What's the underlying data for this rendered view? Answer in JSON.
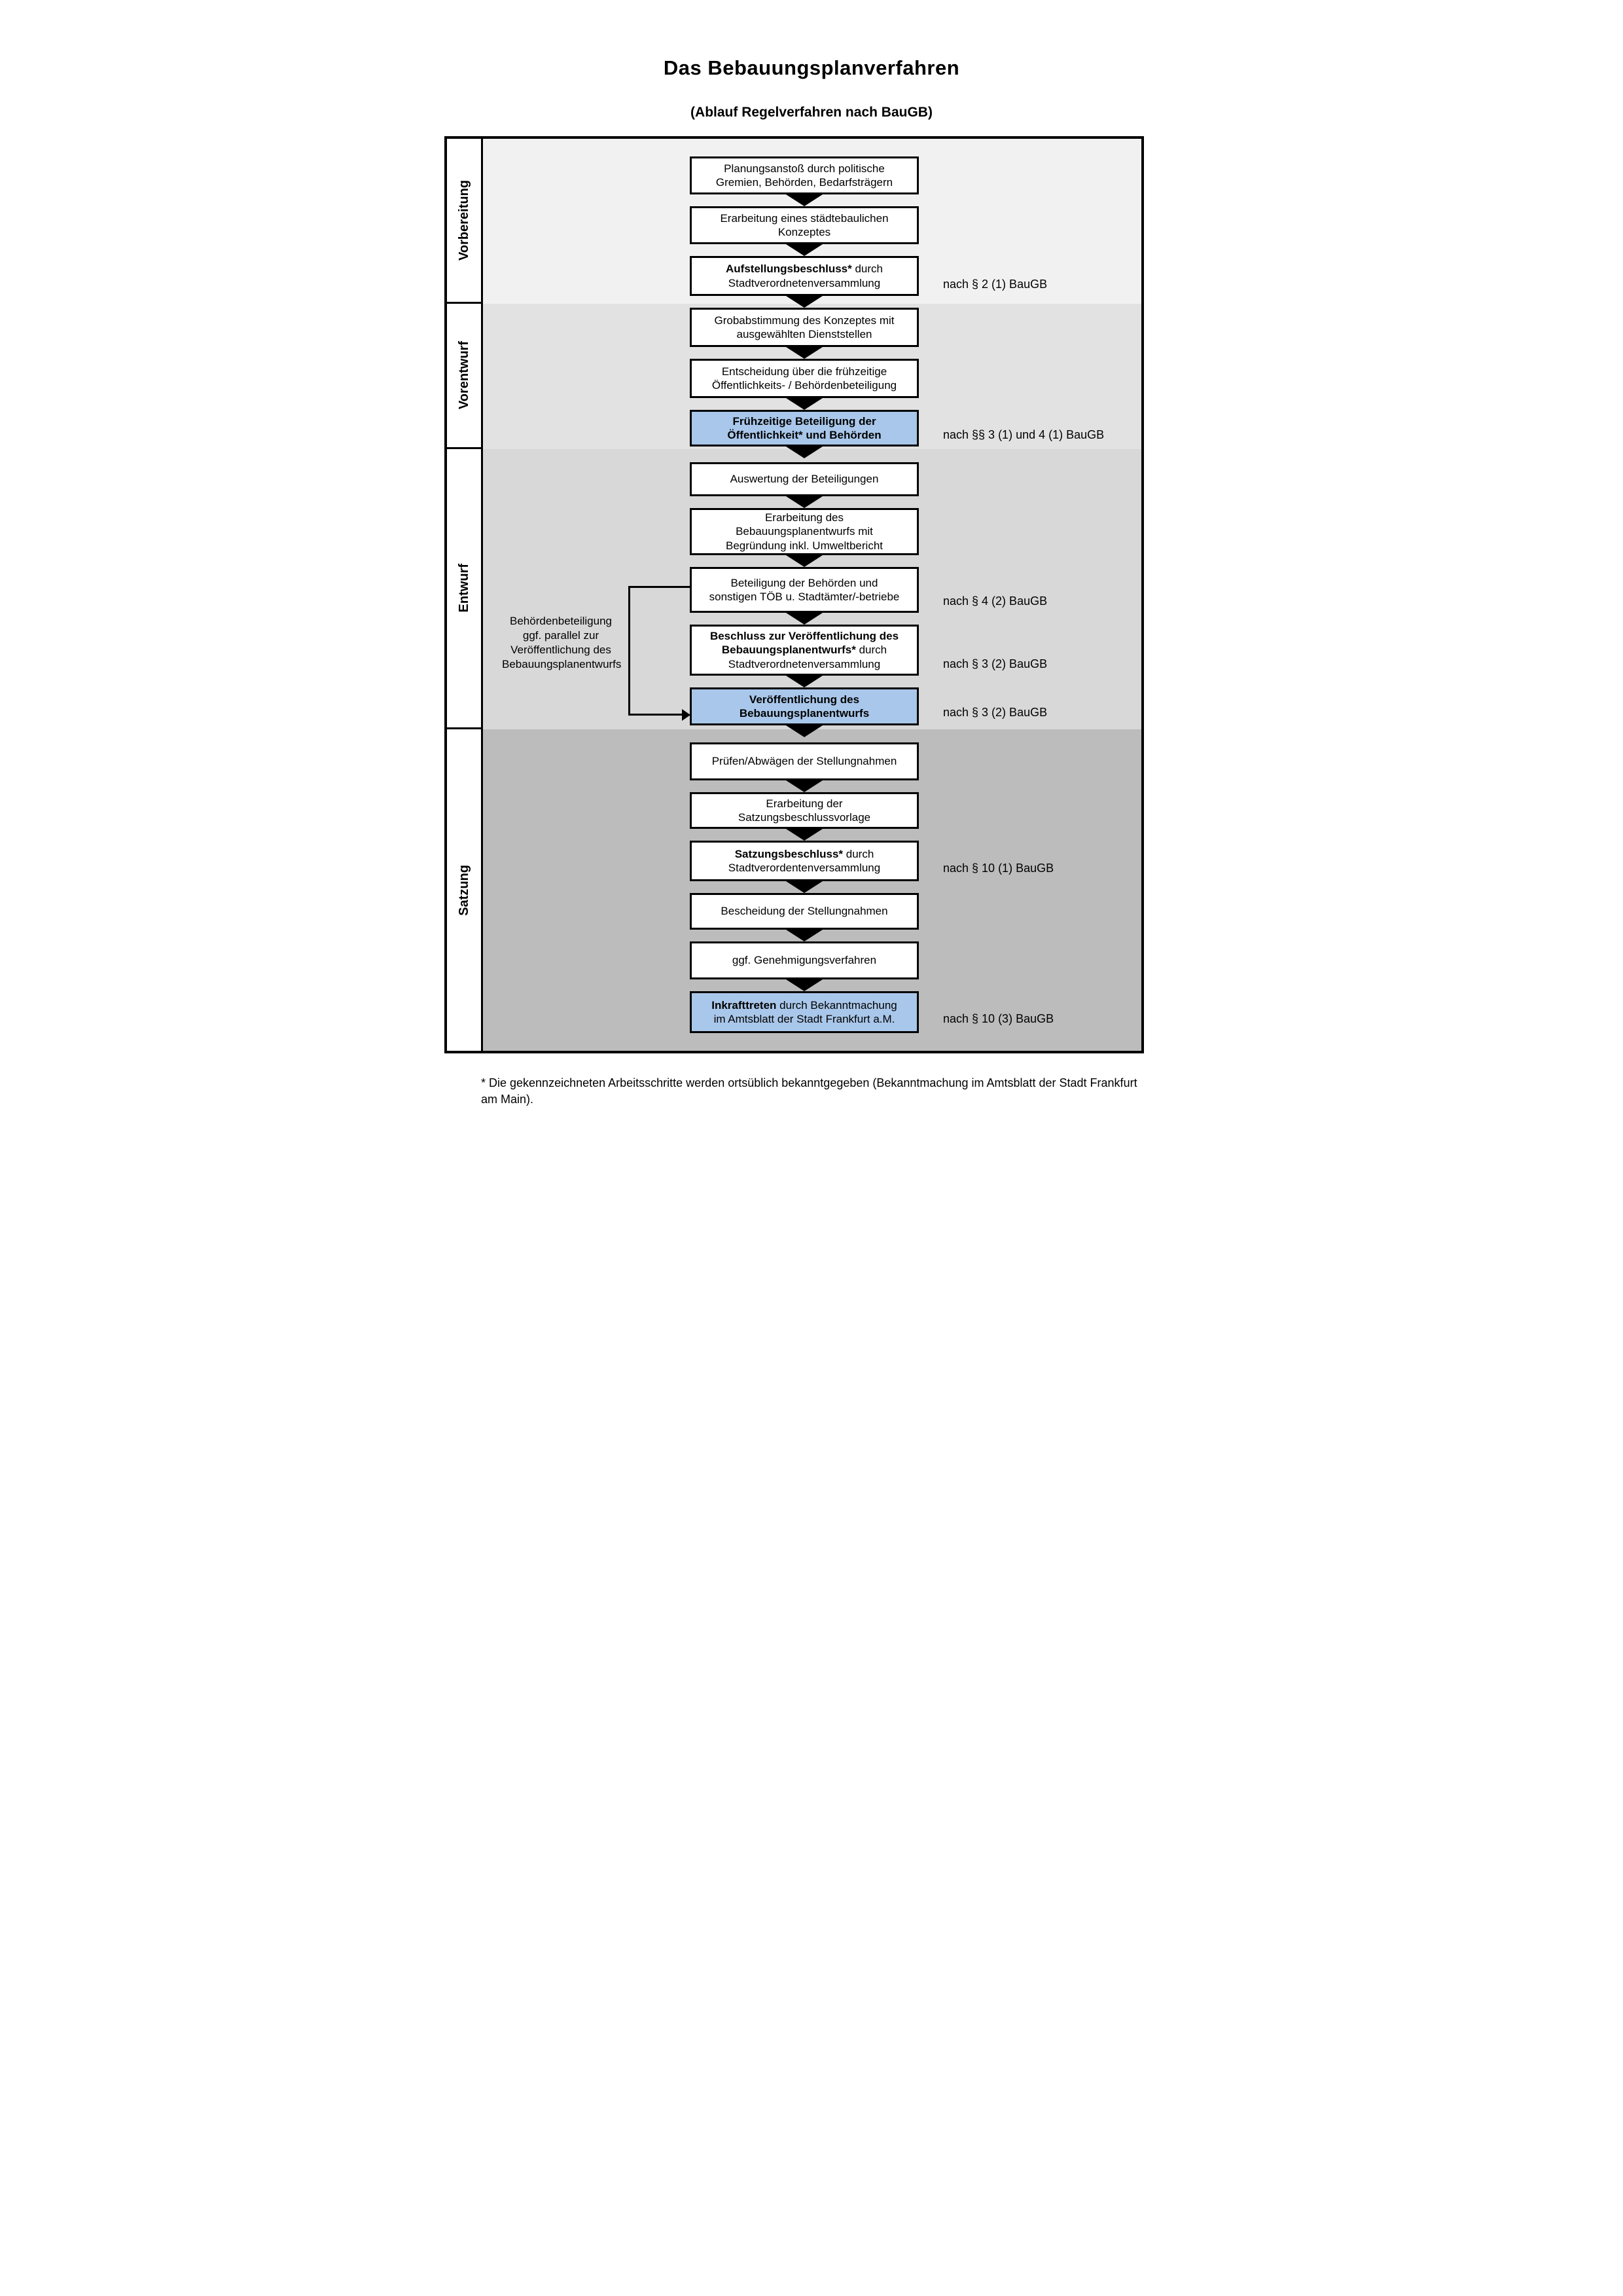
{
  "title": "Das Bebauungsplanverfahren",
  "subtitle": "(Ablauf Regelverfahren nach BauGB)",
  "colors": {
    "section_1_bg": "#f1f1f1",
    "section_2_bg": "#e2e2e2",
    "section_3_bg": "#d8d8d8",
    "section_4_bg": "#bcbcbc",
    "highlight_box": "#a9c7ea",
    "default_box": "#ffffff",
    "border": "#000000"
  },
  "sections": [
    {
      "label": "Vorbereitung"
    },
    {
      "label": "Vorentwurf"
    },
    {
      "label": "Entwurf"
    },
    {
      "label": "Satzung"
    }
  ],
  "boxes": [
    {
      "bold": "",
      "text": "Planungsanstoß durch politische\nGremien, Behörden, Bedarfsträgern",
      "highlight": false
    },
    {
      "bold": "",
      "text": "Erarbeitung eines städtebaulichen\nKonzeptes",
      "highlight": false
    },
    {
      "bold": "Aufstellungsbeschluss*",
      "text": " durch\nStadtverordnetenversammlung",
      "highlight": false
    },
    {
      "bold": "",
      "text": "Grobabstimmung des Konzeptes mit\nausgewählten Dienststellen",
      "highlight": false
    },
    {
      "bold": "",
      "text": "Entscheidung über die frühzeitige\nÖffentlichkeits- / Behördenbeteiligung",
      "highlight": false
    },
    {
      "bold": "Frühzeitige Beteiligung der\nÖffentlichkeit* und Behörden",
      "text": "",
      "highlight": true
    },
    {
      "bold": "",
      "text": "Auswertung der Beteiligungen",
      "highlight": false
    },
    {
      "bold": "",
      "text": "Erarbeitung des\nBebauungsplanentwurfs mit\nBegründung inkl. Umweltbericht",
      "highlight": false
    },
    {
      "bold": "",
      "text": "Beteiligung der Behörden und\nsonstigen TÖB u. Stadtämter/-betriebe",
      "highlight": false
    },
    {
      "bold": "Beschluss zur Veröffentlichung des\nBebauungsplanentwurfs*",
      "text": " durch\nStadtverordnetenversammlung",
      "highlight": false
    },
    {
      "bold": "Veröffentlichung des\nBebauungsplanentwurfs",
      "text": "",
      "highlight": true
    },
    {
      "bold": "",
      "text": "Prüfen/Abwägen der Stellungnahmen",
      "highlight": false
    },
    {
      "bold": "",
      "text": "Erarbeitung der\nSatzungsbeschlussvorlage",
      "highlight": false
    },
    {
      "bold": "Satzungsbeschluss*",
      "text": " durch\nStadtverordentenversammlung",
      "highlight": false
    },
    {
      "bold": "",
      "text": "Bescheidung der Stellungnahmen",
      "highlight": false
    },
    {
      "bold": "",
      "text": "ggf. Genehmigungsverfahren",
      "highlight": false
    },
    {
      "bold": "Inkrafttreten",
      "text": " durch Bekanntmachung\nim Amtsblatt der Stadt Frankfurt a.M.",
      "highlight": true
    }
  ],
  "references": [
    {
      "text": "nach § 2 (1) BauGB"
    },
    {
      "text": "nach §§ 3 (1) und 4 (1) BauGB"
    },
    {
      "text": "nach § 4 (2) BauGB"
    },
    {
      "text": "nach § 3 (2) BauGB"
    },
    {
      "text": "nach § 3 (2) BauGB"
    },
    {
      "text": "nach § 10 (1) BauGB"
    },
    {
      "text": "nach § 10 (3) BauGB"
    }
  ],
  "side_note": "Behördenbeteiligung\nggf. parallel zur\nVeröffentlichung des\nBebauungsplanentwurfs",
  "footnote": "* Die gekennzeichneten Arbeitsschritte werden ortsüblich bekanntgegeben (Bekanntmachung im Amtsblatt der Stadt Frankfurt am Main)."
}
